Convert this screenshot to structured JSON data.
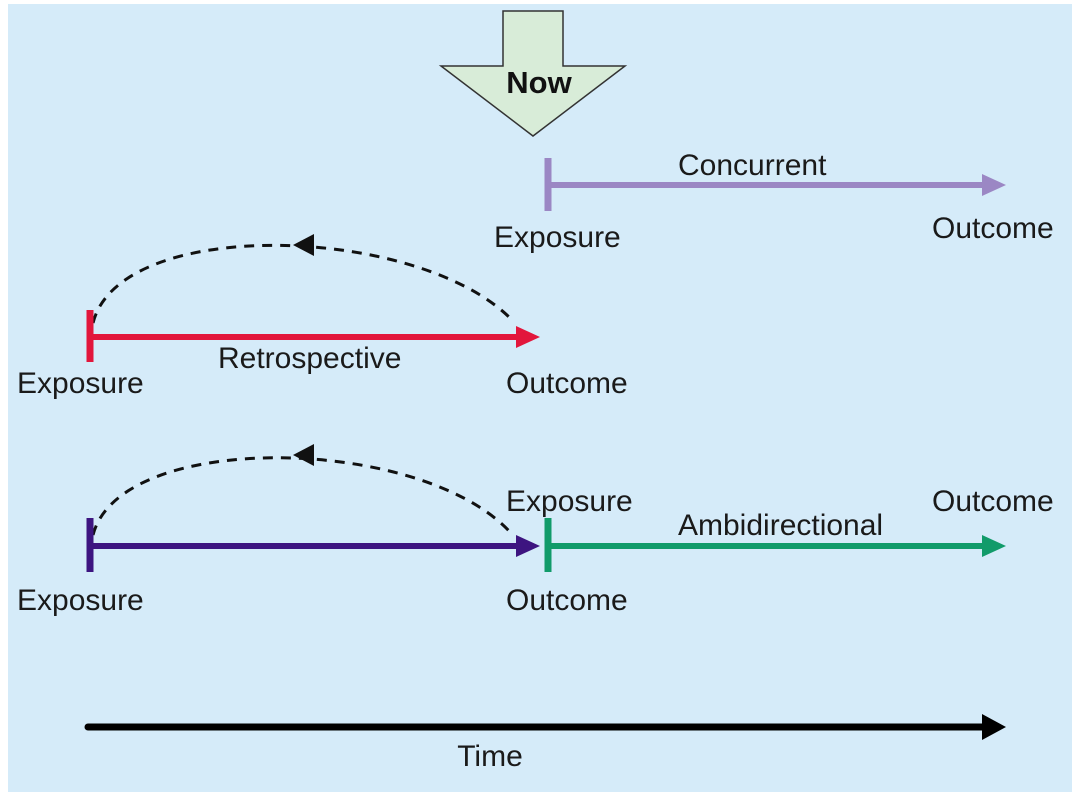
{
  "colors": {
    "background": "#d5ebf9",
    "now_arrow": "#d8ecd8",
    "concurrent": "#9b87c4",
    "retrospective": "#e2163c",
    "ambi_past": "#3d1480",
    "ambi_future": "#119b6a",
    "dashed": "#111111",
    "time": "#000000"
  },
  "icons": {
    "now_arrow": "down-arrow-icon",
    "arrow_heads": "triangle-arrowhead-icon"
  },
  "now": {
    "label": "Now"
  },
  "concurrent": {
    "name": "Concurrent",
    "exposure": "Exposure",
    "outcome": "Outcome"
  },
  "retrospective": {
    "name": "Retrospective",
    "exposure": "Exposure",
    "outcome": "Outcome"
  },
  "ambidirectional": {
    "name": "Ambidirectional",
    "past_exposure": "Exposure",
    "past_outcome": "Outcome",
    "exposure": "Exposure",
    "outcome": "Outcome"
  },
  "time": {
    "label": "Time"
  }
}
